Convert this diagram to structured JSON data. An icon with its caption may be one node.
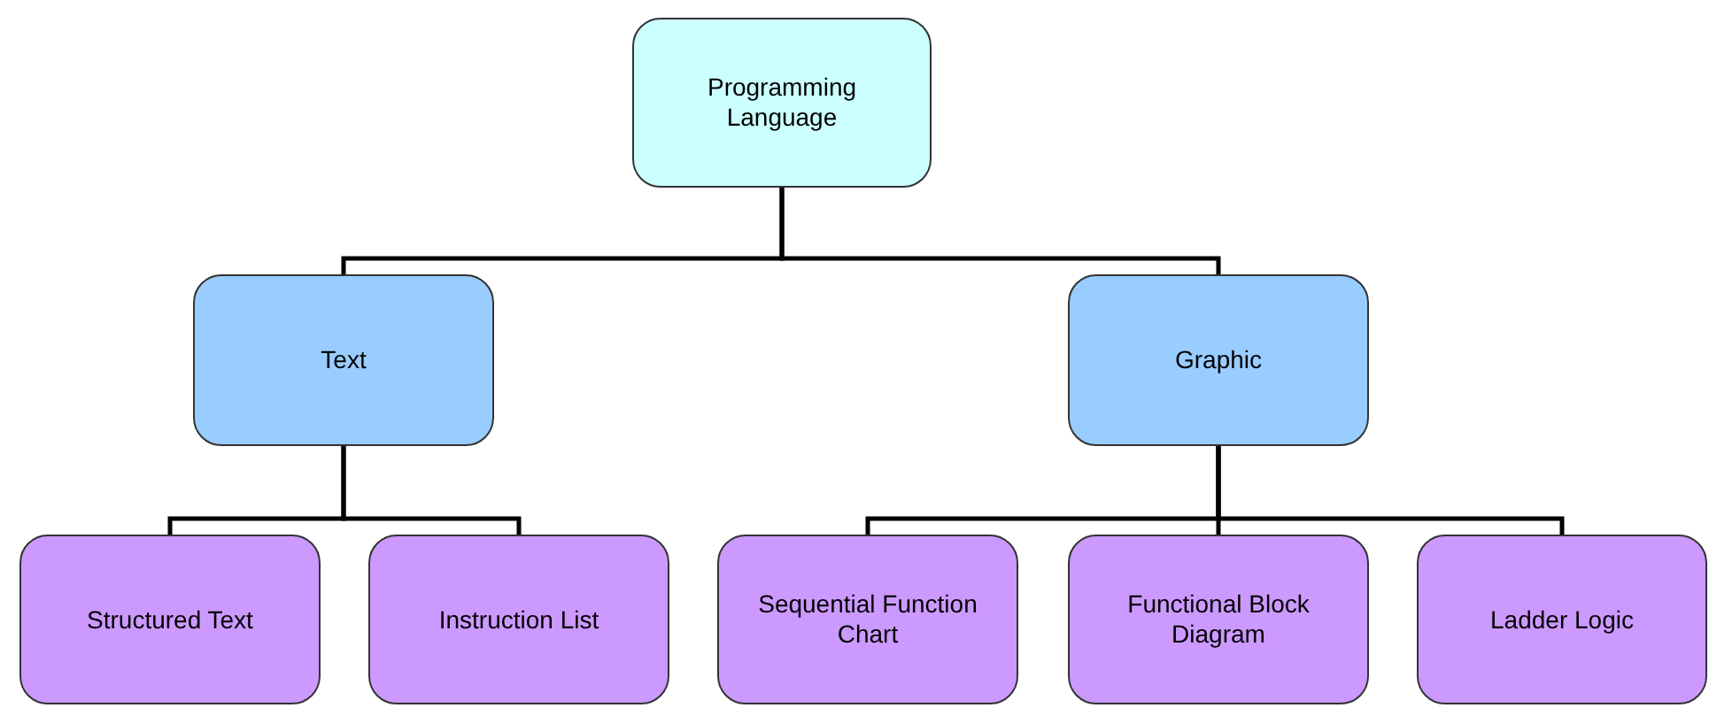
{
  "diagram": {
    "nodes": [
      {
        "text": [
          "Programming Language"
        ]
      },
      {
        "text": [
          "Text"
        ]
      },
      {
        "text": [
          "Graphic"
        ]
      },
      {
        "text": [
          "Structured Text"
        ]
      },
      {
        "text": [
          "Instruction List"
        ]
      },
      {
        "text": [
          "Sequential Function Chart"
        ]
      },
      {
        "text": [
          "Functional Block Diagram"
        ]
      },
      {
        "text": [
          "Ladder Logic"
        ]
      }
    ],
    "edges": [
      {
        "from": 0,
        "to": 1,
        "arrow": "none"
      },
      {
        "from": 0,
        "to": 2,
        "arrow": "none"
      },
      {
        "from": 1,
        "to": 3,
        "arrow": "none"
      },
      {
        "from": 1,
        "to": 4,
        "arrow": "none"
      },
      {
        "from": 2,
        "to": 5,
        "arrow": "none"
      },
      {
        "from": 2,
        "to": 6,
        "arrow": "none"
      },
      {
        "from": 2,
        "to": 7,
        "arrow": "none"
      }
    ]
  }
}
